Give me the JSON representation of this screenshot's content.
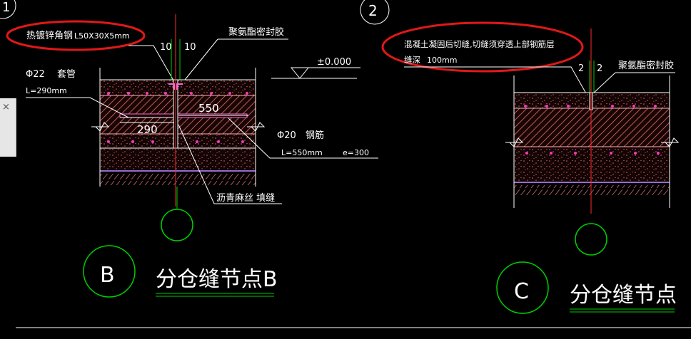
{
  "panel_left": {
    "number": "1",
    "label_angle_steel": "热镀锌角钢",
    "label_angle_steel_spec": "L50X30X5mm",
    "label_sealant": "聚氨酯密封胶",
    "dim_left": "10",
    "dim_right": "10",
    "elevation": "±0.000",
    "label_sleeve_dia": "Φ22",
    "label_sleeve": "套管",
    "label_sleeve_len": "L=290mm",
    "dim_550": "550",
    "dim_290": "290",
    "label_rebar_dia": "Φ20",
    "label_rebar": "钢筋",
    "label_rebar_len": "L=550mm",
    "label_rebar_spacing": "e=300",
    "label_filler": "沥青麻丝 填缝",
    "node_letter": "B",
    "node_title": "分仓缝节点B"
  },
  "panel_right": {
    "number": "2",
    "note_line1": "混凝土凝固后切缝,切缝须穿透上部钢筋层",
    "note_line2_text": "缝深",
    "note_line2_value": "100mm",
    "dim_left": "2",
    "dim_right": "2",
    "label_sealant": "聚氨酯密封胶",
    "node_letter": "C",
    "node_title": "分仓缝节点"
  },
  "side_panel": {
    "close_icon": "×"
  },
  "colors": {
    "background": "#000000",
    "text": "#ffffff",
    "cad_green": "#00cc00",
    "highlight_red": "#e01818",
    "axis_red": "#ff2a2a",
    "concrete_pink": "#c06060",
    "rebar_magenta": "#ff33cc",
    "membrane_purple": "#9a6bd0"
  }
}
